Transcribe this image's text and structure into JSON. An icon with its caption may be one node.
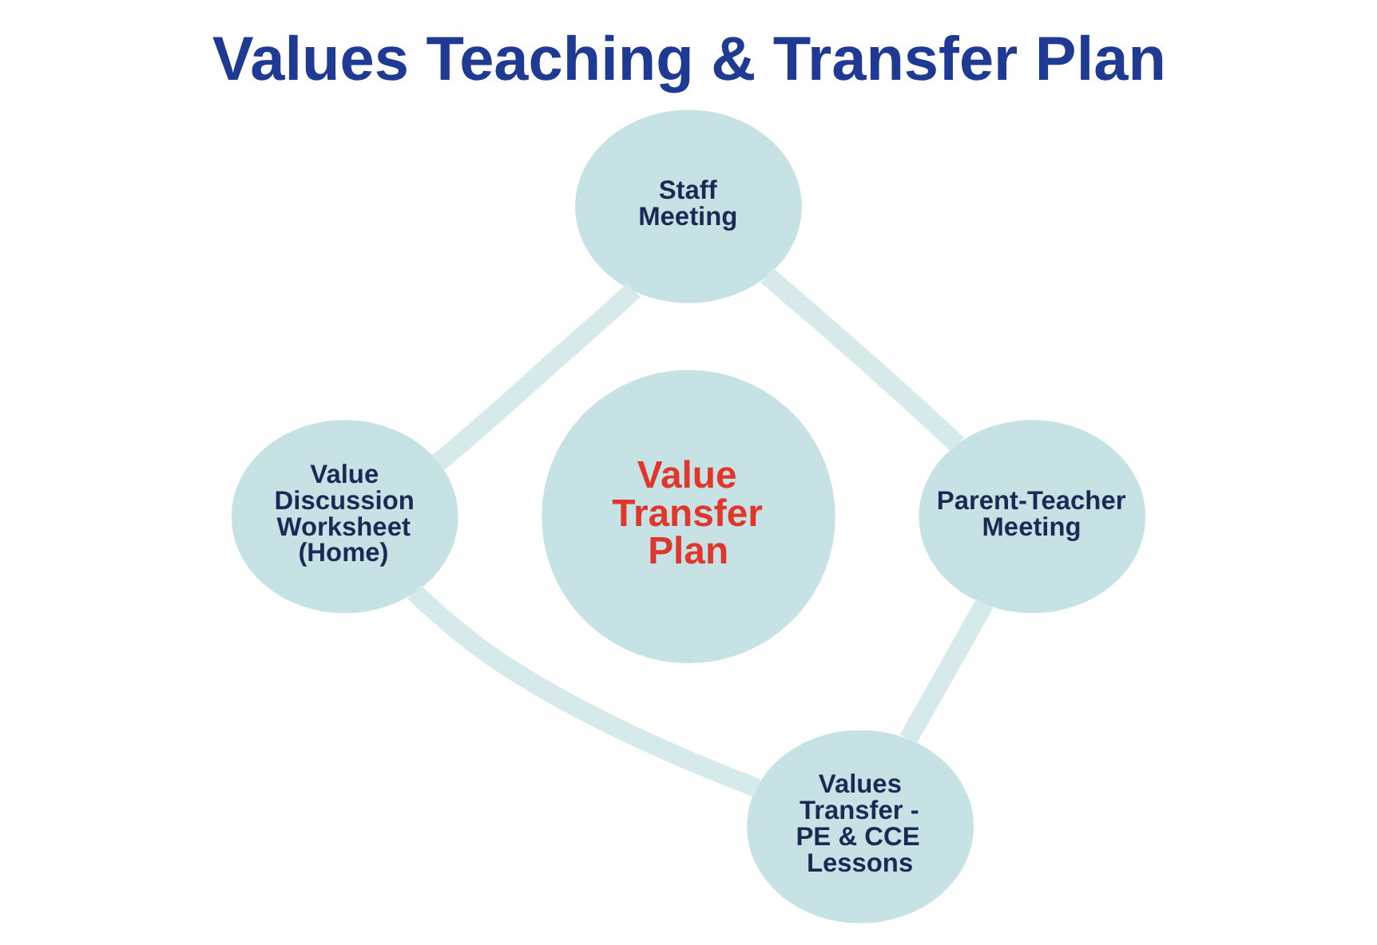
{
  "diagram": {
    "title": "Values Teaching & Transfer Plan",
    "nodes": [
      {
        "text": [
          "Staff Meeting"
        ]
      },
      {
        "text": [
          "Value Discussion Worksheet (Home)"
        ]
      },
      {
        "text": [
          "Value Transfer Plan"
        ]
      },
      {
        "text": [
          "Parent-Teacher Meeting"
        ]
      },
      {
        "text": [
          "Values Transfer - PE & CCE Lessons"
        ]
      }
    ],
    "edges": [
      {
        "from": 0,
        "to": 3,
        "arrow": "none"
      },
      {
        "from": 3,
        "to": 4,
        "arrow": "none"
      },
      {
        "from": 4,
        "to": 1,
        "arrow": "none"
      },
      {
        "from": 1,
        "to": 0,
        "arrow": "none"
      }
    ]
  }
}
